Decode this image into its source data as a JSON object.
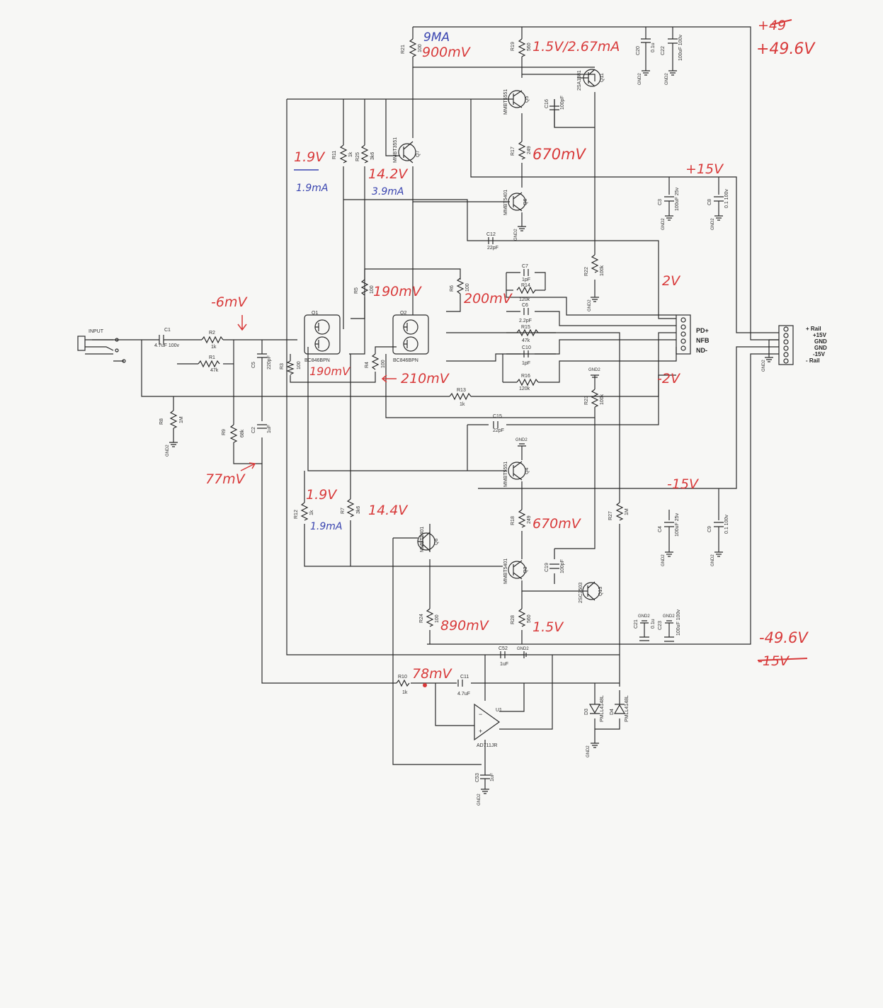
{
  "input": {
    "label": "INPUT"
  },
  "components": {
    "c1": "C1",
    "c1_val": "4.7uF 100v",
    "r2": "R2",
    "r2_val": "1k",
    "r1": "R1",
    "r1_val": "47k",
    "r8": "R8",
    "r8_val": "1M",
    "r9": "R9",
    "r9_val": "68k",
    "c5": "C5",
    "c5_val": "220pF",
    "c2": "C2",
    "c2_val": "1uF",
    "q1": "Q1",
    "q1_val": "BC846BPN",
    "q2": "Q2",
    "q2_val": "BC846BPN",
    "r3": "R3",
    "r3_val": "100",
    "r4": "R4",
    "r4_val": "100",
    "r5": "R5",
    "r5_val": "100",
    "r6": "R6",
    "r6_val": "100",
    "r11": "R11",
    "r11_val": "1k",
    "r25": "R25",
    "r25_val": "3k6",
    "q7": "Q7",
    "q7_val": "MMBT3551",
    "r21": "R21",
    "r21_val": "100",
    "r19": "R19",
    "r19_val": "560",
    "q5": "Q5",
    "q5_val": "MMBT5551",
    "q11": "Q11",
    "q11_val": "2SA1381",
    "c16": "C16",
    "c16_val": "100pF",
    "r17": "R17",
    "r17_val": "249",
    "q6": "Q6",
    "q6_val": "MMBT5401",
    "c12": "C12",
    "c12_val": "22pF",
    "c20": "C20",
    "c20_val": "0.1u",
    "c22": "C22",
    "c22_val": "100uF 100v",
    "c3": "C3",
    "c3_val": "100uF 25v",
    "c8": "C8",
    "c8_val": "0.1 100v",
    "r22": "R22",
    "r22_val": "100k",
    "c7": "C7",
    "c7_val": "1pF",
    "r14": "R14",
    "r14_val": "120k",
    "c6": "C6",
    "c6_val": "2.2pF",
    "r15": "R15",
    "r15_val": "47k",
    "c10": "C10",
    "c10_val": "1pF",
    "r16": "R16",
    "r16_val": "120k",
    "r13": "R13",
    "r13_val": "1k",
    "r23": "R23",
    "r23_val": "100k",
    "c15": "C15",
    "c15_val": "22pF",
    "q4": "Q4",
    "q4_val": "MMBT5551",
    "r12": "R12",
    "r12_val": "1k",
    "r7": "R7",
    "r7_val": "3k6",
    "q8": "Q8",
    "q8_val": "MMBT5401",
    "r18": "R18",
    "r18_val": "249",
    "r27": "R27",
    "r27_val": "1M",
    "c4": "C4",
    "c4_val": "100uF 25v",
    "c9": "C9",
    "c9_val": "0.1 100v",
    "q3": "Q3",
    "q3_val": "MMBT5401",
    "c19": "C19",
    "c19_val": "100pF",
    "q13": "Q13",
    "q13_val": "2SC3503",
    "r24": "R24",
    "r24_val": "100",
    "r28": "R28",
    "r28_val": "560",
    "c21": "C21",
    "c21_val": "0.1u",
    "c23": "C23",
    "c23_val": "100uF 100v",
    "c52": "C52",
    "c52_val": "1uF",
    "r10": "R10",
    "r10_val": "1k",
    "c11": "C11",
    "c11_val": "4.7uF",
    "u1": "U1",
    "u1_val": "AD711JR",
    "d3": "D3",
    "d3_val": "PMLL4148L",
    "d4": "D4",
    "d4_val": "PMLL4148L",
    "c53": "C53",
    "c53_val": "1uF",
    "gnd": "GND2"
  },
  "connector_j1": {
    "pins": [
      "PD+",
      "NFB",
      "ND-"
    ]
  },
  "connector_j2": {
    "pins": [
      "+ Rail",
      "+15V",
      "GND",
      "GND",
      "-15V",
      "- Rail"
    ]
  },
  "annotations": {
    "plus49_strike": "+49",
    "plus49_6": "+49.6V",
    "ma9": "9MA",
    "mv900": "900mV",
    "v15_ma": "1.5V/2.67mA",
    "v19_top": "1.9V",
    "ma19_top": "1.9mA",
    "v142": "14.2V",
    "ma39": "3.9mA",
    "mv670_top": "670mV",
    "plus15": "+15V",
    "v2": "2V",
    "mv190_r5": "190mV",
    "mv200": "200mV",
    "mv6": "-6mV",
    "mv190_q1": "190mV",
    "mv210": "210mV",
    "minus2": "-2V",
    "mv77": "77mV",
    "minus15": "-15V",
    "v19_bot": "1.9V",
    "ma19_bot": "1.9mA",
    "v144": "14.4V",
    "mv670_bot": "670mV",
    "mv890": "890mV",
    "v15_bot": "1.5V",
    "minus49_6": "-49.6V",
    "minus15_strike": "-15V",
    "mv78": "78mV"
  }
}
